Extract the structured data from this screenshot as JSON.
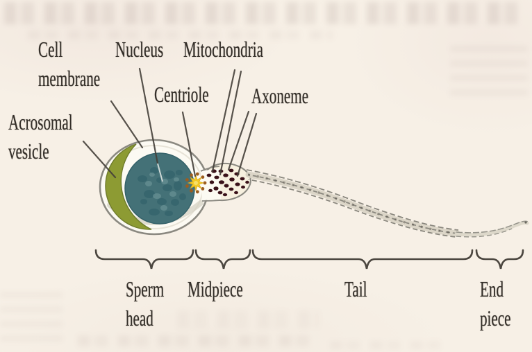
{
  "labels": {
    "cell_membrane": {
      "line1": "Cell",
      "line2": "membrane"
    },
    "nucleus": "Nucleus",
    "mitochondria": "Mitochondria",
    "centriole": "Centriole",
    "axoneme": "Axoneme",
    "acrosomal_vesicle": {
      "line1": "Acrosomal",
      "line2": "vesicle"
    }
  },
  "regions": {
    "sperm_head": {
      "line1": "Sperm",
      "line2": "head"
    },
    "midpiece": "Midpiece",
    "tail": "Tail",
    "end_piece": {
      "line1": "End",
      "line2": "piece"
    }
  },
  "colors": {
    "background": "#f7f0e6",
    "label_ink": "#332e28",
    "leader_line": "#45403a",
    "brace": "#4b463f",
    "head_fill": "#fcfaf3",
    "outline": "#8b8981",
    "acrosomal_vesicle": "#8d9b33",
    "nucleus": "#447177",
    "centriole_yellow": "#f3cb25",
    "centriole_dots": "#9c5d20",
    "mitochondria": "#3a1119",
    "midpiece_fill": "#f7f0df",
    "tail_gray": "#8a877e"
  }
}
